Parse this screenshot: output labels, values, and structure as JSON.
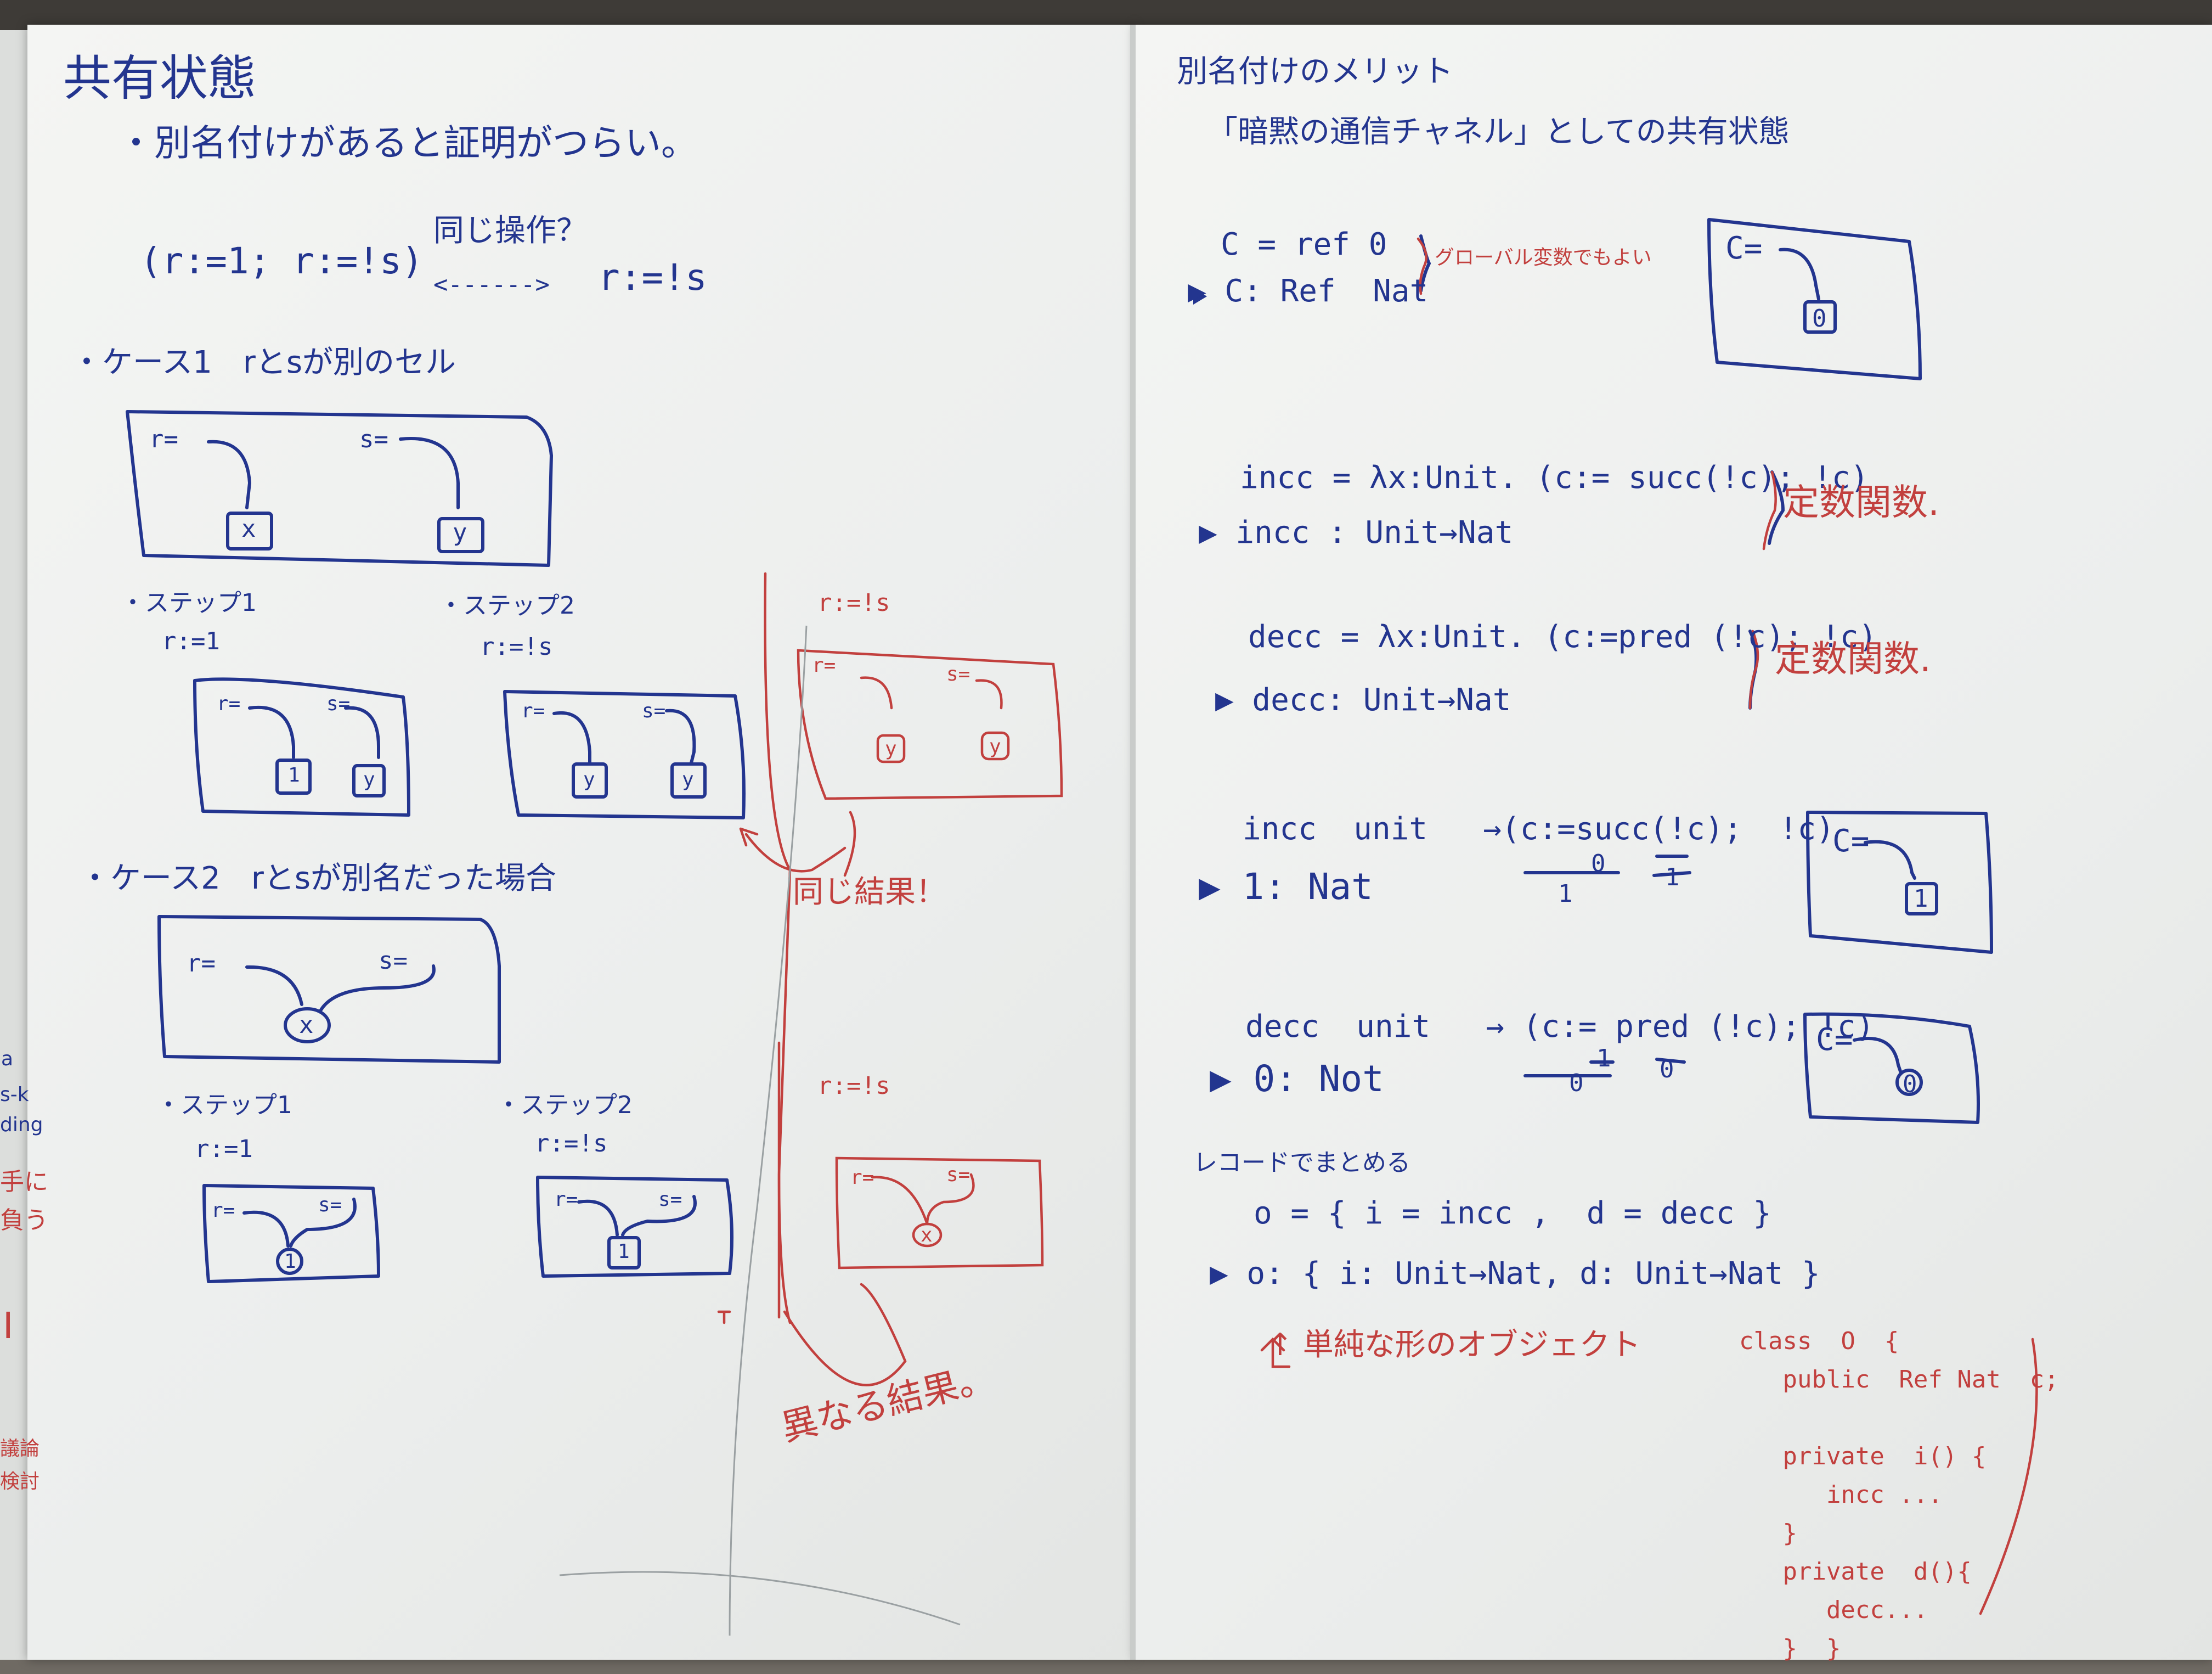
{
  "left_board": {
    "title": "共有状態",
    "subtitle": "・別名付けがあると証明がつらい。",
    "expr_left": "(r:=1; r:=!s)",
    "same_op_label": "同じ操作？",
    "arrow_dashed": "<------>",
    "expr_right": "r:=!s",
    "case1_heading": "・ケース1　rとsが別のセル",
    "case2_heading": "・ケース2　rとsが別名だった場合",
    "step1": "・ステップ1",
    "step1_code": "r:=1",
    "step2": "・ステップ2",
    "step2_code": "r:=!s",
    "cell_r": "r=",
    "cell_s": "s=",
    "val_x": "x",
    "val_y": "y",
    "val_1": "1",
    "red_rs": "r:=!s",
    "red_same_result": "同じ結果！",
    "red_diff_result": "異なる結果。"
  },
  "right_board": {
    "heading": "別名付けのメリット",
    "subheading": "「暗黙の通信チャネル」としての共有状態",
    "c_def": "C = ref 0",
    "c_type": "▶ C: Ref  Nat",
    "global_note": "グローバル変数でもよい",
    "c_eq": "C=",
    "zero": "0",
    "one": "1",
    "incc_def": "incc = λx:Unit. (c:= succ(!c); !c)",
    "incc_type": "▶ incc : Unit→Nat",
    "decc_def": "decc = λx:Unit. (c:=pred (!c); !c)",
    "decc_type": "▶ decc: Unit→Nat",
    "const_fn": "定数関数.",
    "incc_app": "incc  unit   →(c:=succ(!c);  !c)",
    "incc_res": "▶ 1: Nat",
    "decc_app": "decc  unit   → (c:= pred (!c); !c)",
    "decc_res": "▶ 0: Not",
    "record_label": "レコードでまとめる",
    "record_def": "o = { i = incc ,  d = decc }",
    "record_type": "▶ o: { i: Unit→Nat, d: Unit→Nat }",
    "simple_object": "↑ 単純な形のオブジェクト",
    "class_code": [
      "class  O  {",
      "   public  Ref Nat  c;",
      "",
      "   private  i() {",
      "      incc ...",
      "   }",
      "   private  d(){",
      "      decc...",
      "   }  }"
    ]
  },
  "margin_left": {
    "a": "a",
    "s": "s-k",
    "b": "ding",
    "red1": "手に",
    "red2": "負う",
    "red3": "I",
    "red4": "議論",
    "red5": "検討"
  },
  "colors": {
    "blue_marker": "#23358f",
    "red_marker": "#c2403e",
    "board": "#f1f2f0"
  }
}
